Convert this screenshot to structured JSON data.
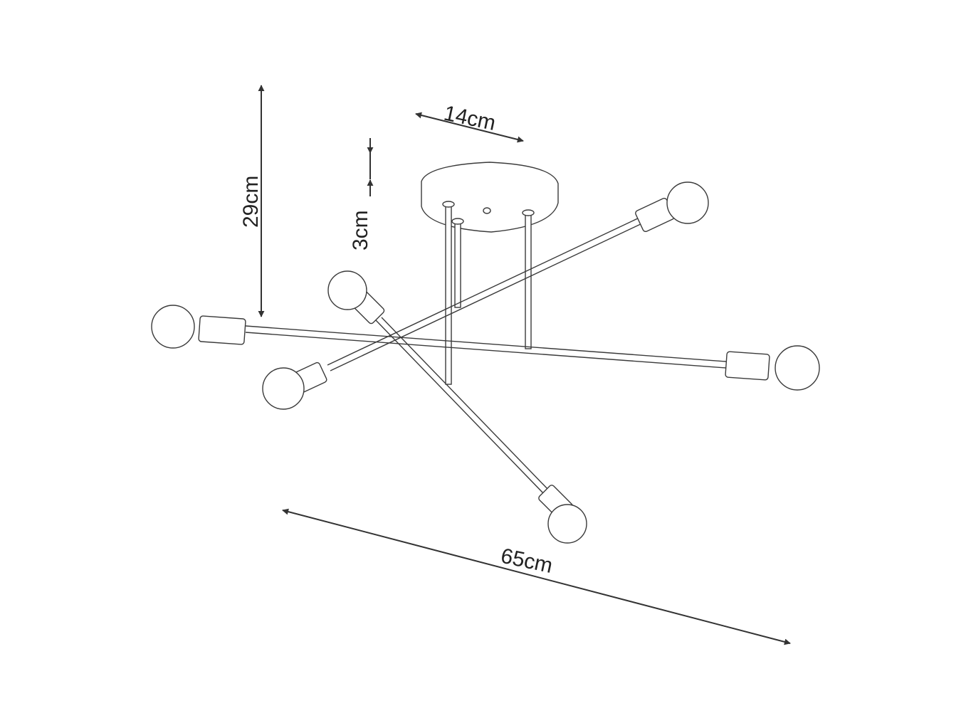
{
  "dimensions": {
    "total_height": "29cm",
    "canopy_height": "3cm",
    "canopy_diameter": "14cm",
    "total_width": "65cm"
  },
  "colors": {
    "line": "#3a3a3a",
    "background": "#ffffff"
  }
}
